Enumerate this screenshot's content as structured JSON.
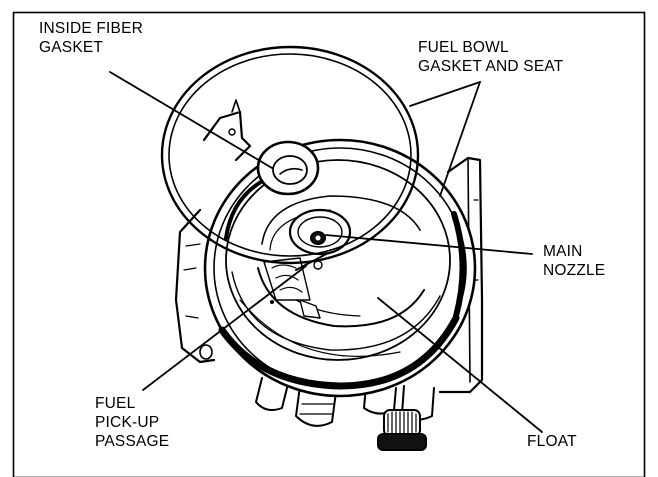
{
  "figure": {
    "callouts": {
      "inside_fiber_gasket": [
        "INSIDE FIBER",
        "GASKET"
      ],
      "fuel_bowl_gasket": [
        "FUEL BOWL",
        "GASKET AND SEAT"
      ],
      "main_nozzle": [
        "MAIN",
        "NOZZLE"
      ],
      "fuel_pickup": [
        "FUEL",
        "PICK-UP",
        "PASSAGE"
      ],
      "float": [
        "FLOAT"
      ]
    }
  }
}
